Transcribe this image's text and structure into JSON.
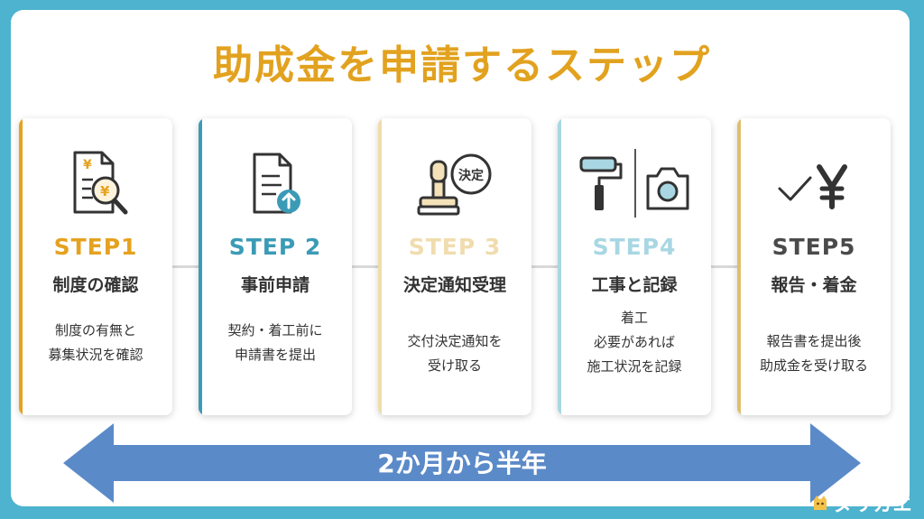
{
  "title": "助成金を申請するステップ",
  "colors": {
    "background": "#4db3ce",
    "title": "#e2a21f",
    "arrow": "#5b8ac8"
  },
  "steps": [
    {
      "label": "STEP1",
      "name": "制度の確認",
      "desc1": "制度の有無と",
      "desc2": "募集状況を確認",
      "desc3": "",
      "color": "#e5a21f",
      "icon": "document-search-yen-icon"
    },
    {
      "label": "STEP 2",
      "name": "事前申請",
      "desc1": "契約・着工前に",
      "desc2": "申請書を提出",
      "desc3": "",
      "color": "#3b9bb6",
      "icon": "document-upload-icon"
    },
    {
      "label": "STEP 3",
      "name": "決定通知受理",
      "desc1": "交付決定通知を",
      "desc2": "受け取る",
      "desc3": "",
      "color": "#f0dcae",
      "icon": "approval-stamp-icon",
      "stamp_text": "決定"
    },
    {
      "label": "STEP4",
      "name": "工事と記録",
      "desc1": "着工",
      "desc2": "必要があれば",
      "desc3": "施工状況を記録",
      "color": "#a8d7e3",
      "icon": "paint-roller-camera-icon"
    },
    {
      "label": "STEP5",
      "name": "報告・着金",
      "desc1": "報告書を提出後",
      "desc2": "助成金を受け取る",
      "desc3": "",
      "color": "#dfbf6e",
      "icon": "check-yen-icon",
      "label_color": "#4a4a4a"
    }
  ],
  "duration": "2か月から半年",
  "logo": "ヌリカエ"
}
